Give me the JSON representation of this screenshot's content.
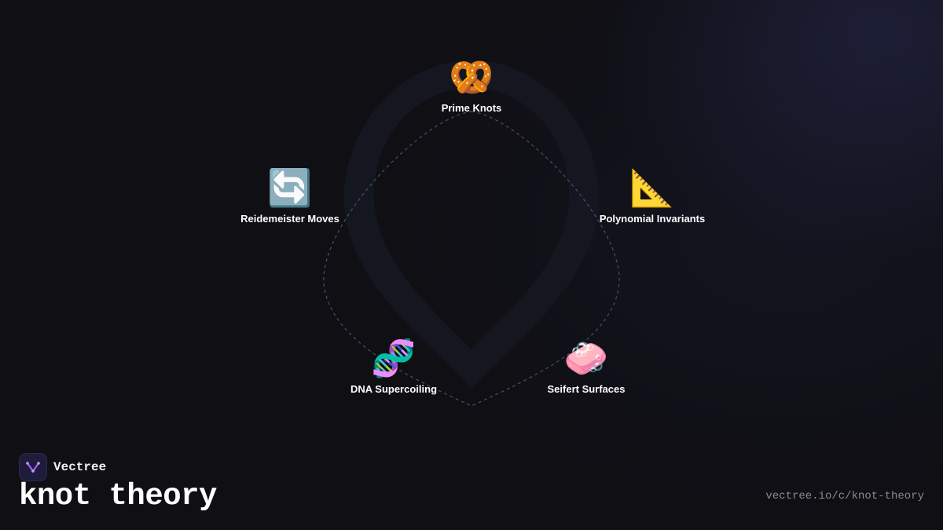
{
  "topic": {
    "title": "knot theory",
    "url": "vectree.io/c/knot-theory"
  },
  "brand": {
    "name": "Vectree",
    "logo_icon": "vectree-logo-icon",
    "accent": "#a36bff"
  },
  "colors": {
    "background": "#0f0f14",
    "ring": "#4a4f66",
    "label": "#ffffff",
    "url": "#8a8a96"
  },
  "nodes": [
    {
      "label": "Prime Knots",
      "emoji": "🥨",
      "icon": "pretzel-icon"
    },
    {
      "label": "Polynomial Invariants",
      "emoji": "📐",
      "icon": "triangular-ruler-icon"
    },
    {
      "label": "Seifert Surfaces",
      "emoji": "🧼",
      "icon": "soap-icon"
    },
    {
      "label": "DNA Supercoiling",
      "emoji": "🧬",
      "icon": "dna-icon"
    },
    {
      "label": "Reidemeister Moves",
      "emoji": "🔄",
      "icon": "counterclockwise-arrows-icon"
    }
  ]
}
